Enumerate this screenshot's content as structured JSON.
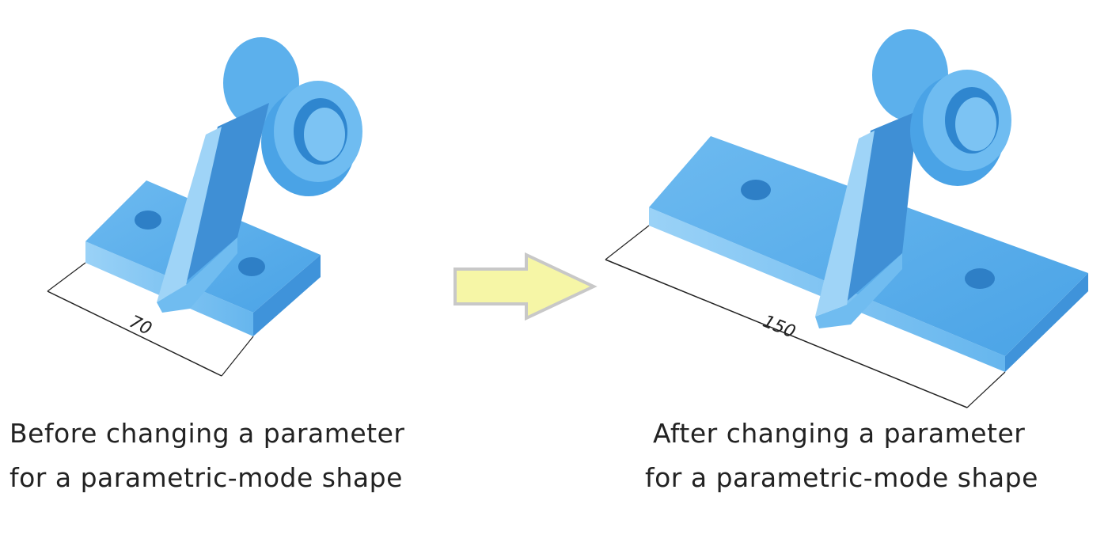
{
  "before": {
    "dimension": "70",
    "caption_line1": "Before changing a parameter",
    "caption_line2": "for a parametric-mode shape"
  },
  "after": {
    "dimension": "150",
    "caption_line1": "After changing a parameter",
    "caption_line2": "for a parametric-mode shape"
  },
  "colors": {
    "part_light": "#8cc8f4",
    "part_mid": "#5aaeea",
    "part_dark": "#3d8fd6",
    "arrow_fill": "#f6f6a6",
    "arrow_stroke": "#c8c8c8"
  }
}
